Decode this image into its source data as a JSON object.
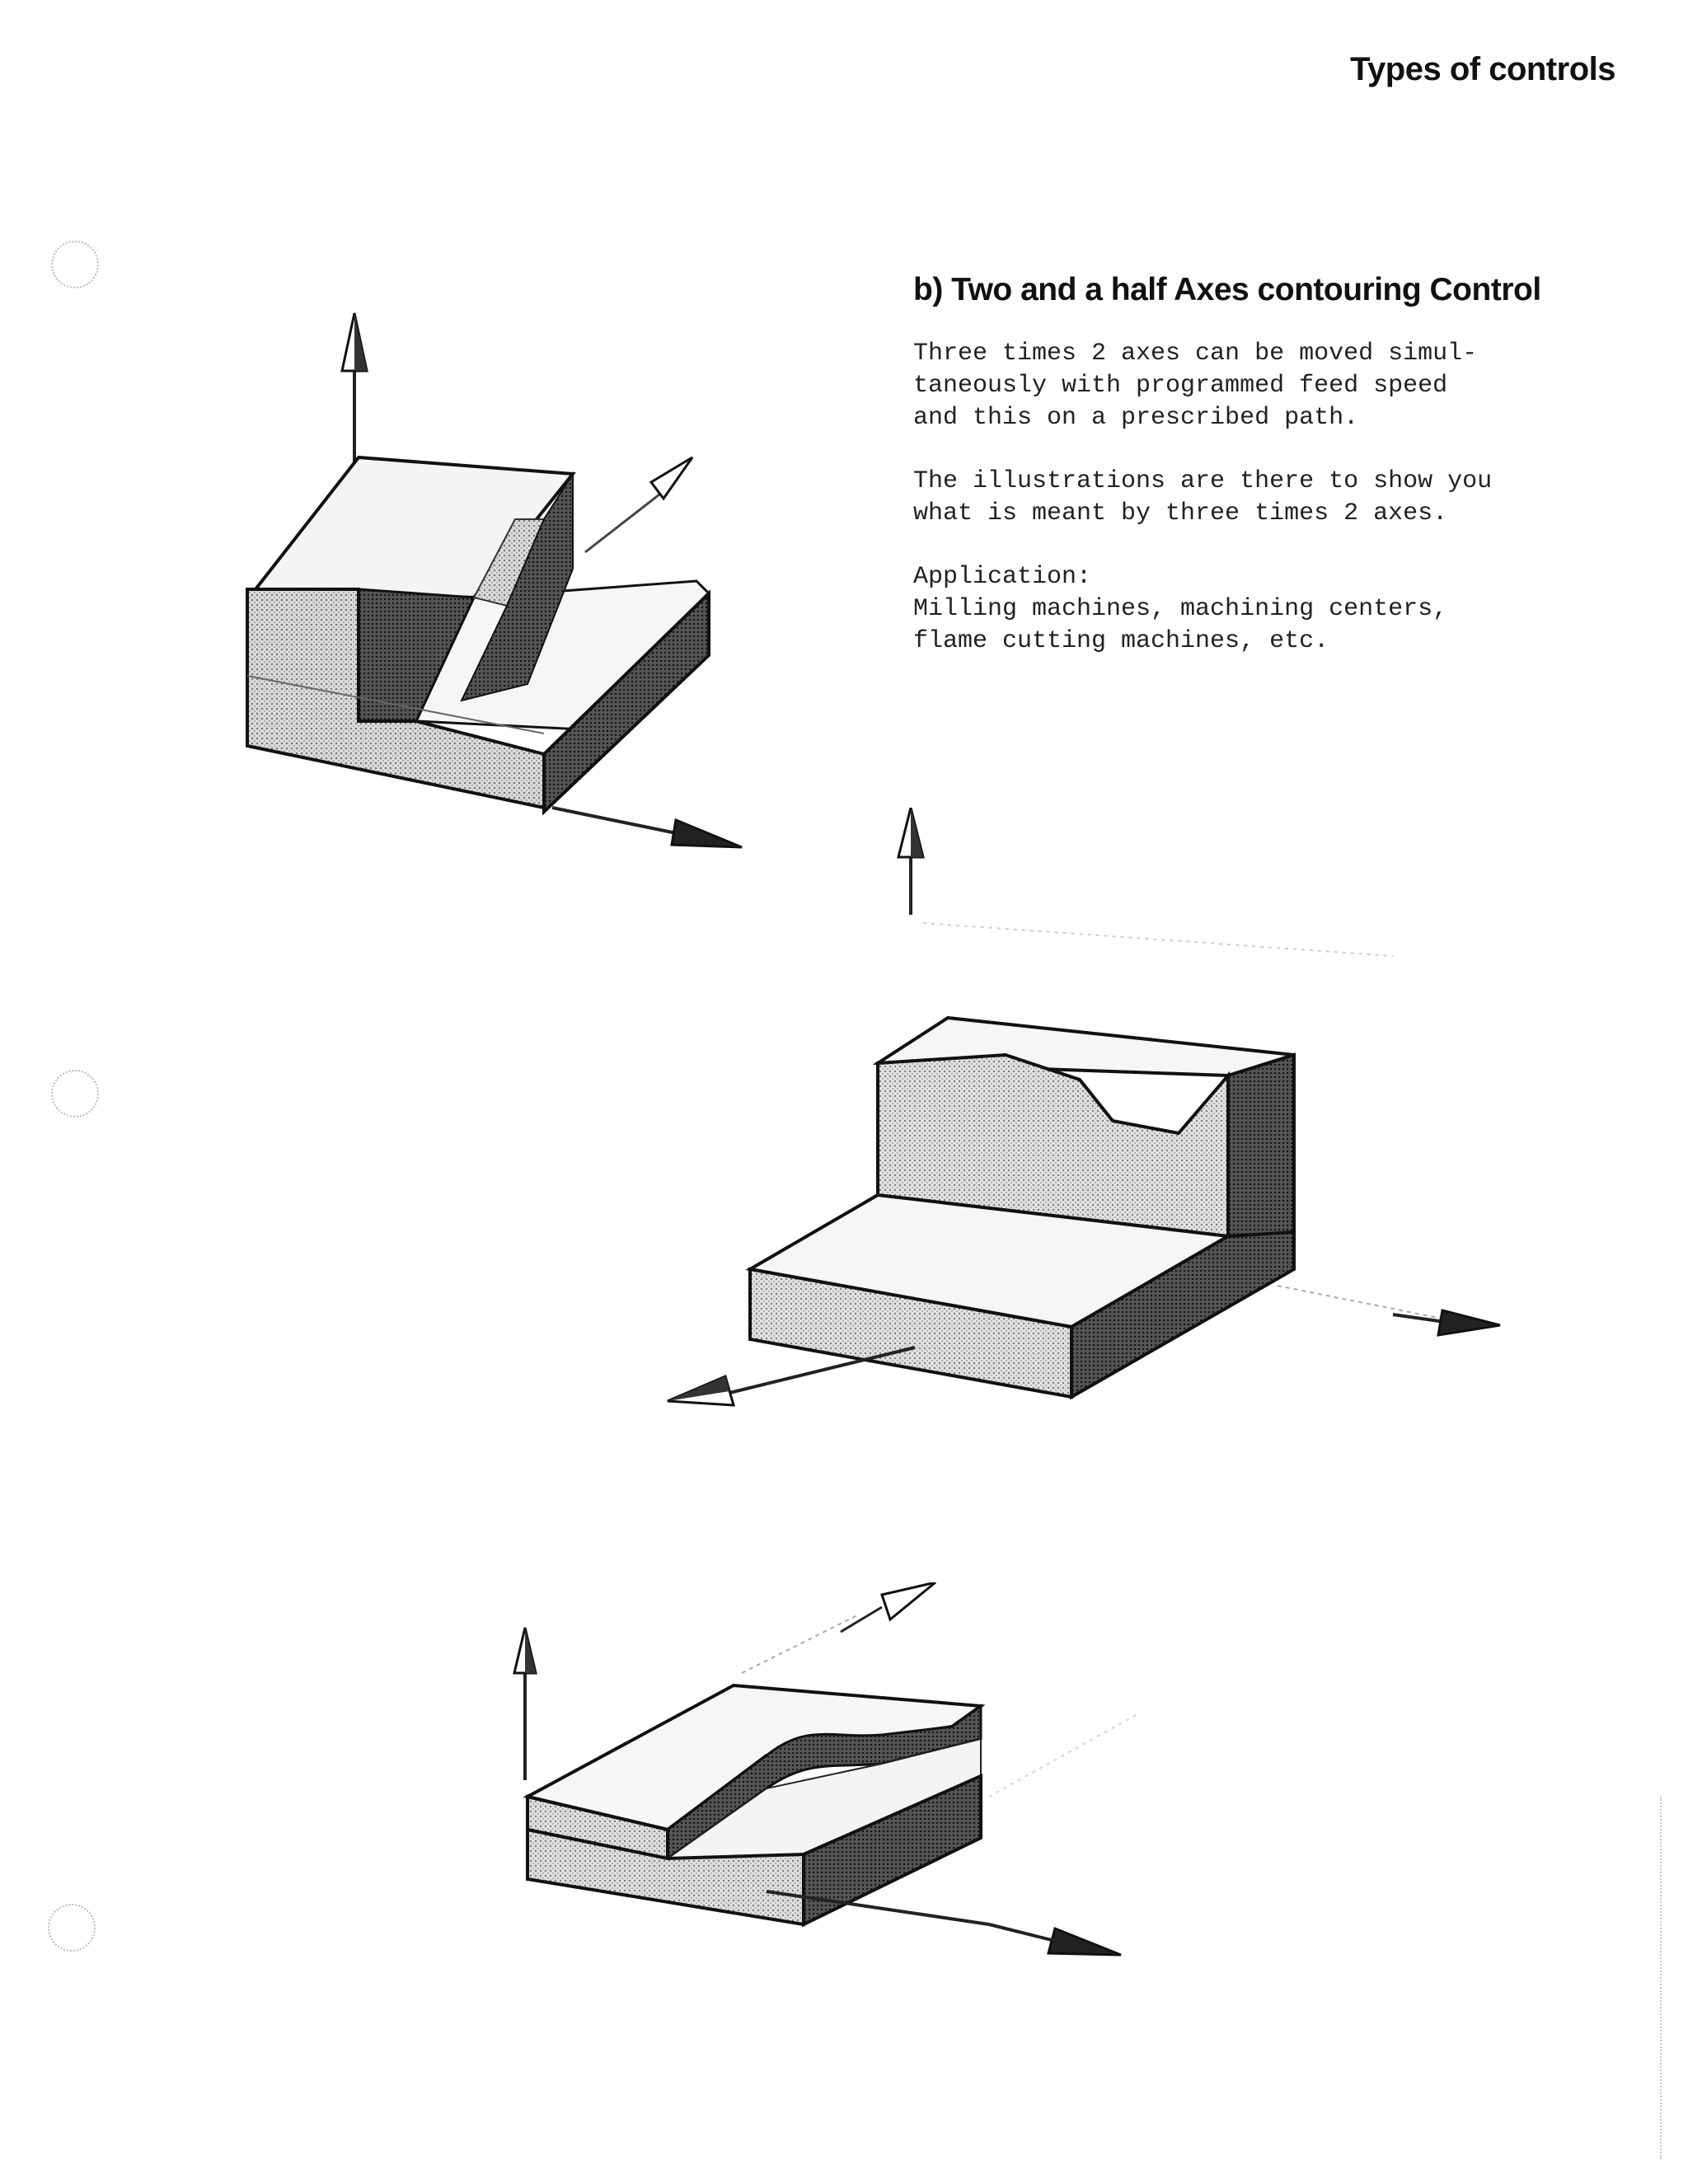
{
  "header": {
    "title": "Types of controls"
  },
  "section": {
    "title": "b) Two and a half Axes contouring Control",
    "paragraph1": [
      "Three times 2 axes can be moved simul-",
      "taneously with programmed feed speed",
      "and this on a prescribed path."
    ],
    "paragraph2": [
      "The illustrations are there to show you",
      "what is meant by three times 2 axes."
    ],
    "application": {
      "label": "Application:",
      "lines": [
        "Milling machines, machining centers,",
        "flame cutting machines, etc."
      ]
    }
  },
  "figures": [
    {
      "icon": "workpiece-vertical-groove-icon"
    },
    {
      "icon": "workpiece-step-contour-icon"
    },
    {
      "icon": "workpiece-horizontal-groove-icon"
    }
  ]
}
